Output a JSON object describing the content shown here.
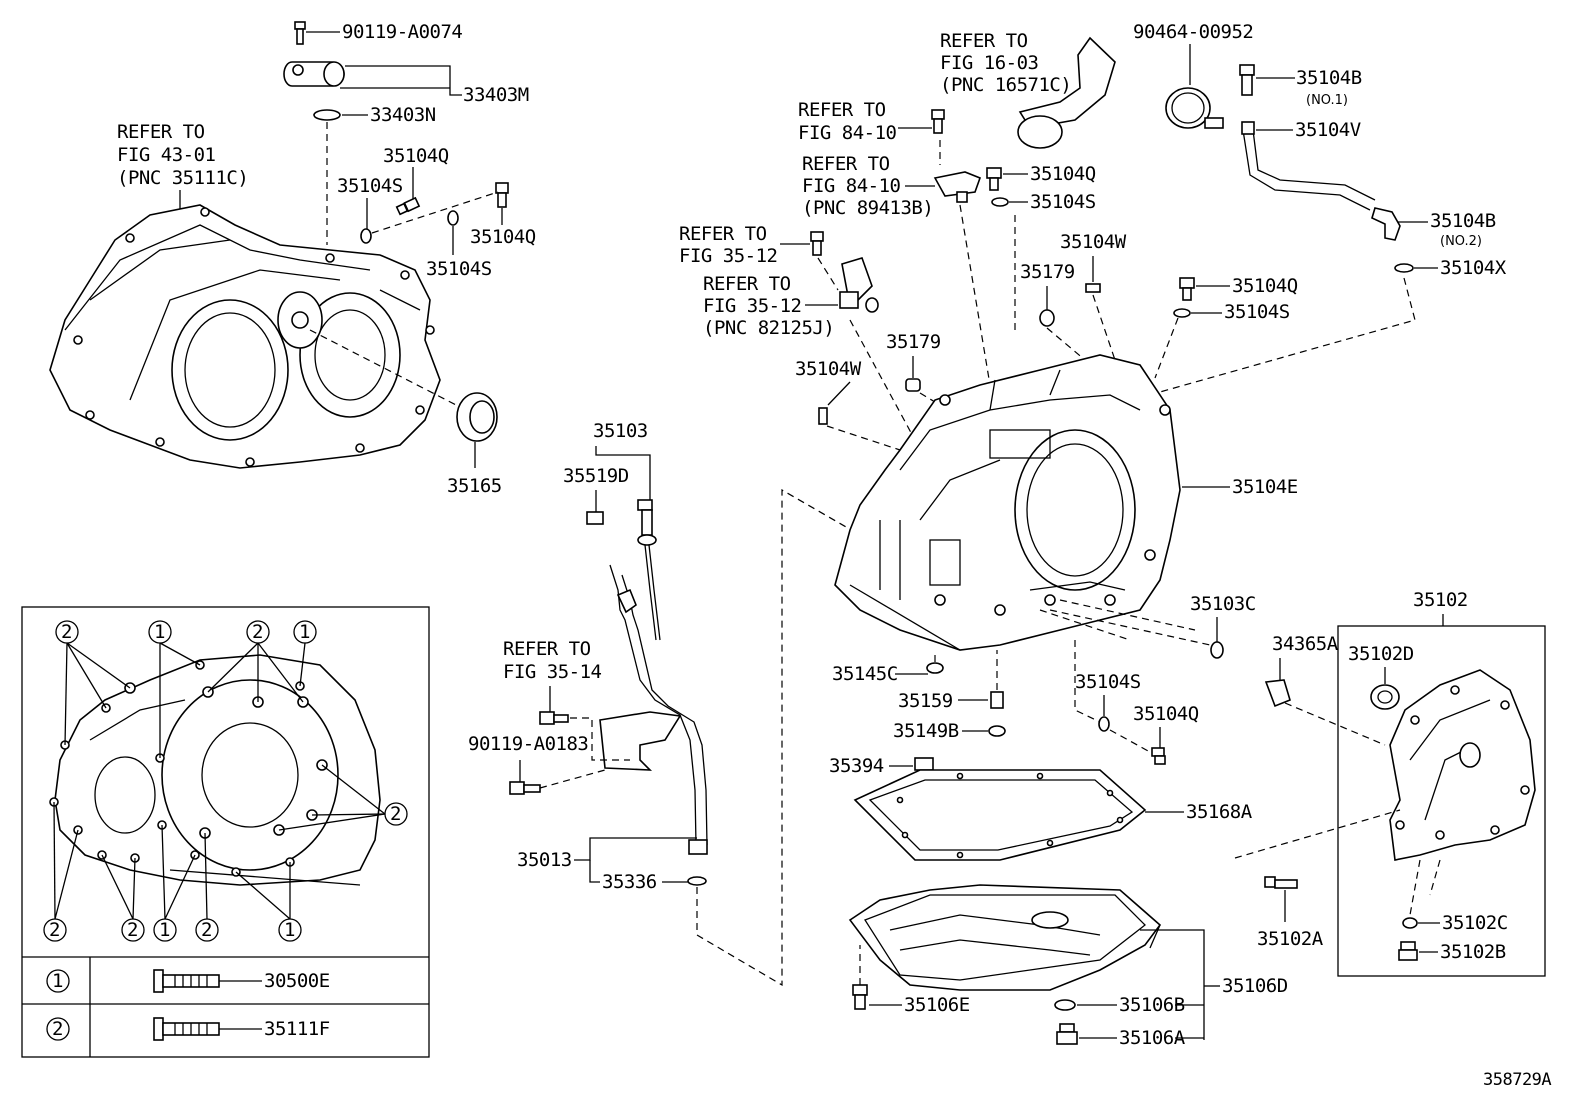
{
  "diagram_id": "358729A",
  "labels": {
    "p90119A0074": "90119-A0074",
    "p33403M": "33403M",
    "p33403N": "33403N",
    "p35104Q_a": "35104Q",
    "p35104S_a": "35104S",
    "p35104Q_b": "35104Q",
    "p35104S_b": "35104S",
    "p35165": "35165",
    "p35103": "35103",
    "p35519D": "35519D",
    "p90119A0183": "90119-A0183",
    "p35013": "35013",
    "p35336": "35336",
    "p35104W_a": "35104W",
    "p35179_a": "35179",
    "p35104W_b": "35104W",
    "p35179_b": "35179",
    "p35104Q_c": "35104Q",
    "p35104S_c": "35104S",
    "p35104Q_d": "35104Q",
    "p35104S_d": "35104S",
    "p35104E": "35104E",
    "p9046400952": "90464-00952",
    "p35104B_a": "35104B",
    "p35104V": "35104V",
    "p35104B_b": "35104B",
    "p35104X": "35104X",
    "p35103C": "35103C",
    "p35145C": "35145C",
    "p35159": "35159",
    "p35149B": "35149B",
    "p35104S_e": "35104S",
    "p35104Q_e": "35104Q",
    "p35394": "35394",
    "p35168A": "35168A",
    "p35106D": "35106D",
    "p35106E": "35106E",
    "p35106B": "35106B",
    "p35106A": "35106A",
    "p34365A": "34365A",
    "p35102": "35102",
    "p35102D": "35102D",
    "p35102A": "35102A",
    "p35102C": "35102C",
    "p35102B": "35102B"
  },
  "sub_labels": {
    "no1": "(NO.1)",
    "no2": "(NO.2)"
  },
  "refer_notes": {
    "r43": [
      "REFER TO",
      "FIG 43-01",
      "(PNC 35111C)"
    ],
    "r16": [
      "REFER TO",
      "FIG 16-03",
      "(PNC 16571C)"
    ],
    "r84a": [
      "REFER TO",
      "FIG 84-10"
    ],
    "r84b": [
      "REFER TO",
      "FIG 84-10",
      "(PNC 89413B)"
    ],
    "r35a": [
      "REFER TO",
      "FIG 35-12"
    ],
    "r35b": [
      "REFER TO",
      "FIG 35-12",
      "(PNC 82125J)"
    ],
    "r3514": [
      "REFER TO",
      "FIG 35-14"
    ]
  },
  "inset": {
    "marker_1": "1",
    "marker_2": "2",
    "legend": [
      {
        "marker": "1",
        "part": "30500E"
      },
      {
        "marker": "2",
        "part": "35111F"
      }
    ]
  }
}
